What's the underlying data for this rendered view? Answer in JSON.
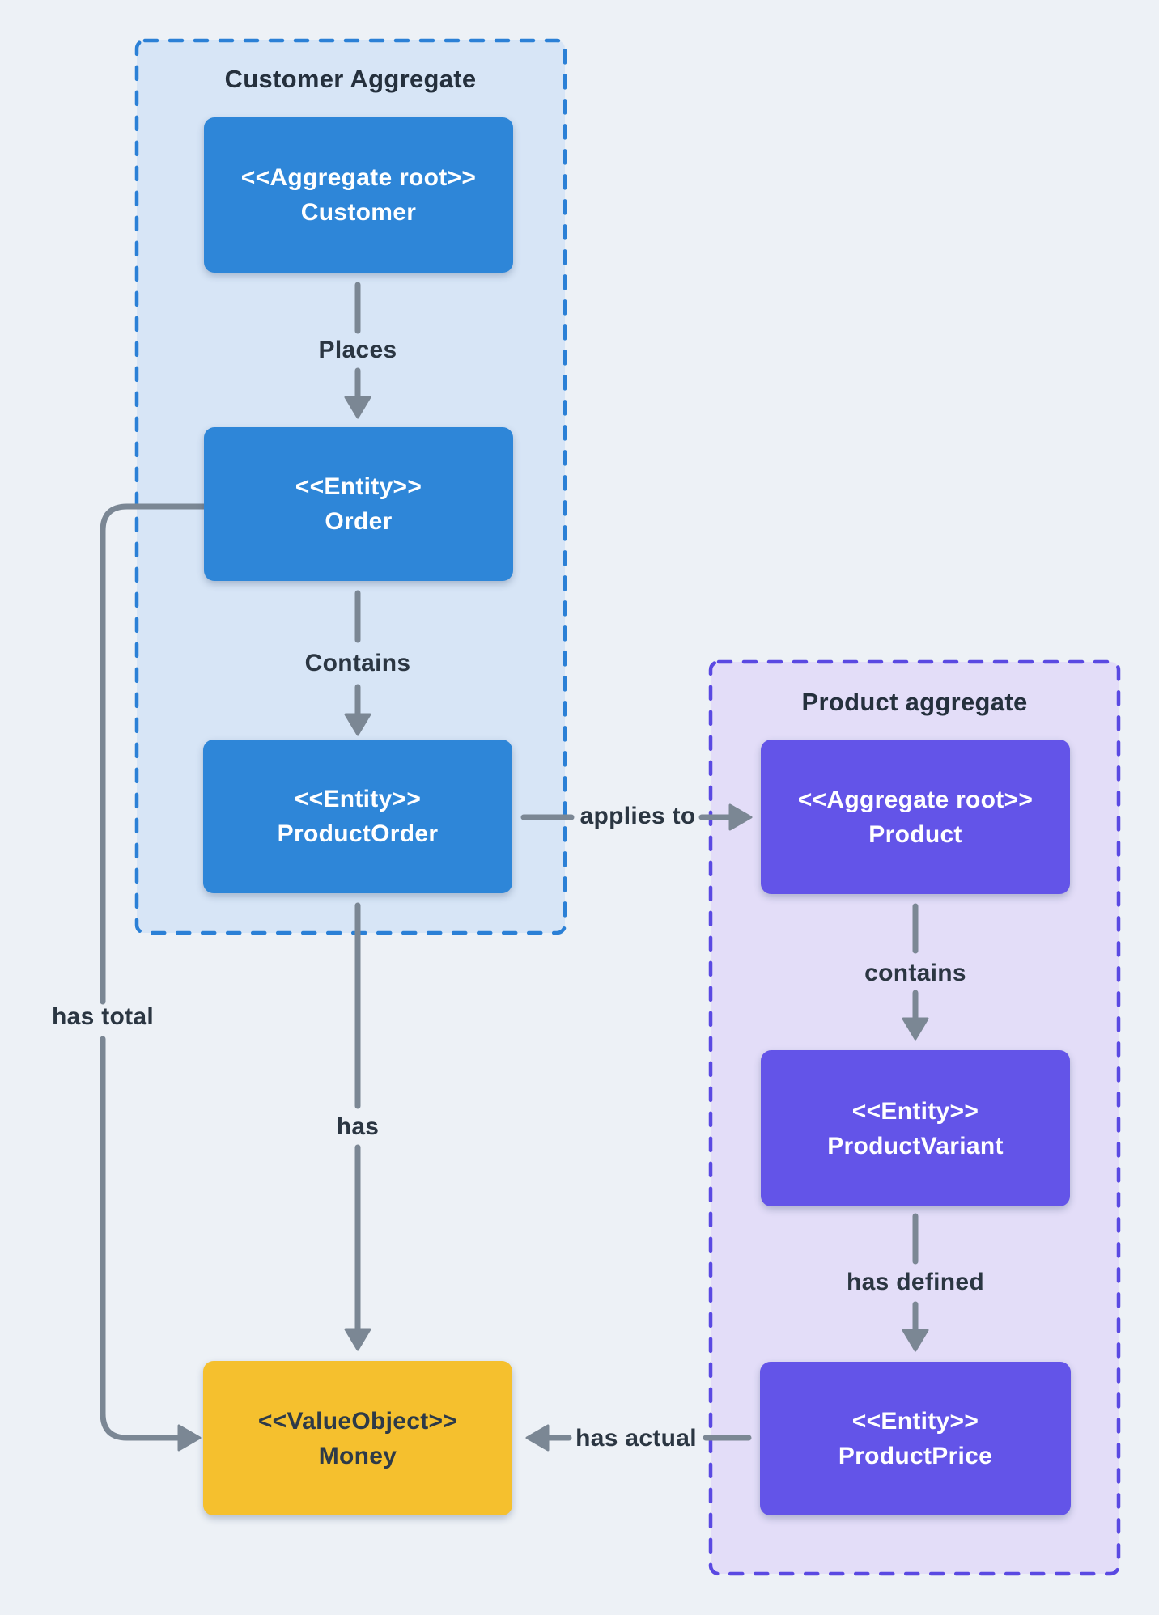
{
  "diagram": {
    "type": "ddd-aggregate-diagram",
    "aggregates": {
      "customer": {
        "title": "Customer Aggregate"
      },
      "product": {
        "title": "Product aggregate"
      }
    },
    "nodes": {
      "customer": {
        "stereotype": "<<Aggregate root>>",
        "name": "Customer"
      },
      "order": {
        "stereotype": "<<Entity>>",
        "name": "Order"
      },
      "product_order": {
        "stereotype": "<<Entity>>",
        "name": "ProductOrder"
      },
      "product": {
        "stereotype": "<<Aggregate root>>",
        "name": "Product"
      },
      "product_variant": {
        "stereotype": "<<Entity>>",
        "name": "ProductVariant"
      },
      "product_price": {
        "stereotype": "<<Entity>>",
        "name": "ProductPrice"
      },
      "money": {
        "stereotype": "<<ValueObject>>",
        "name": "Money"
      }
    },
    "edge_labels": {
      "places": "Places",
      "contains_order": "Contains",
      "has": "has",
      "has_total": "has total",
      "applies_to": "applies to",
      "contains_variant": "contains",
      "has_defined": "has defined",
      "has_actual": "has actual"
    },
    "colors": {
      "page_background": "#edf1f6",
      "customer_aggregate_fill": "#d7e5f6",
      "customer_aggregate_border": "#2b80d6",
      "customer_node_fill": "#2e86d8",
      "product_aggregate_fill": "#e3ddf8",
      "product_aggregate_border": "#5a49e2",
      "product_node_fill": "#6354e8",
      "money_node_fill": "#f5c02e",
      "node_text_light": "#ffffff",
      "node_text_dark": "#2d3a48",
      "connector_gray": "#7b8794",
      "label_text": "#2b3642",
      "title_text": "#25303d"
    }
  }
}
